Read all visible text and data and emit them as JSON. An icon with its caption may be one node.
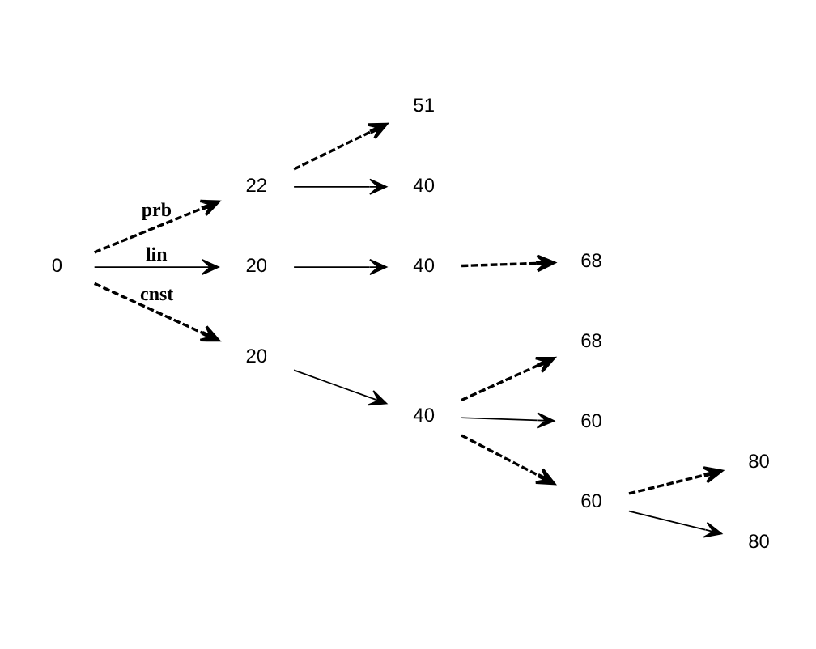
{
  "diagram": {
    "nodes": [
      {
        "text": [
          "0"
        ]
      },
      {
        "text": [
          "22"
        ]
      },
      {
        "text": [
          "51"
        ]
      },
      {
        "text": [
          "40"
        ]
      },
      {
        "text": [
          "20"
        ]
      },
      {
        "text": [
          "40"
        ]
      },
      {
        "text": [
          "68"
        ]
      },
      {
        "text": [
          "20"
        ]
      },
      {
        "text": [
          "40"
        ]
      },
      {
        "text": [
          "68"
        ]
      },
      {
        "text": [
          "60"
        ]
      },
      {
        "text": [
          "60"
        ]
      },
      {
        "text": [
          "80"
        ]
      },
      {
        "text": [
          "80"
        ]
      }
    ],
    "edges": [
      {
        "from": 0,
        "to": 1,
        "arrow": "to",
        "style": "dashed",
        "label": "prb"
      },
      {
        "from": 1,
        "to": 2,
        "arrow": "to",
        "style": "dashed"
      },
      {
        "from": 1,
        "to": 3,
        "arrow": "to"
      },
      {
        "from": 0,
        "to": 4,
        "arrow": "to",
        "label": "lin"
      },
      {
        "from": 4,
        "to": 5,
        "arrow": "to"
      },
      {
        "from": 5,
        "to": 6,
        "arrow": "to",
        "style": "dashed"
      },
      {
        "from": 0,
        "to": 7,
        "arrow": "to",
        "style": "dashed",
        "label": "cnst"
      },
      {
        "from": 7,
        "to": 8,
        "arrow": "to"
      },
      {
        "from": 8,
        "to": 9,
        "arrow": "to",
        "style": "dashed"
      },
      {
        "from": 8,
        "to": 10,
        "arrow": "to"
      },
      {
        "from": 8,
        "to": 11,
        "arrow": "to",
        "style": "dashed"
      },
      {
        "from": 11,
        "to": 12,
        "arrow": "to",
        "style": "dashed"
      },
      {
        "from": 11,
        "to": 13,
        "arrow": "to"
      }
    ]
  }
}
